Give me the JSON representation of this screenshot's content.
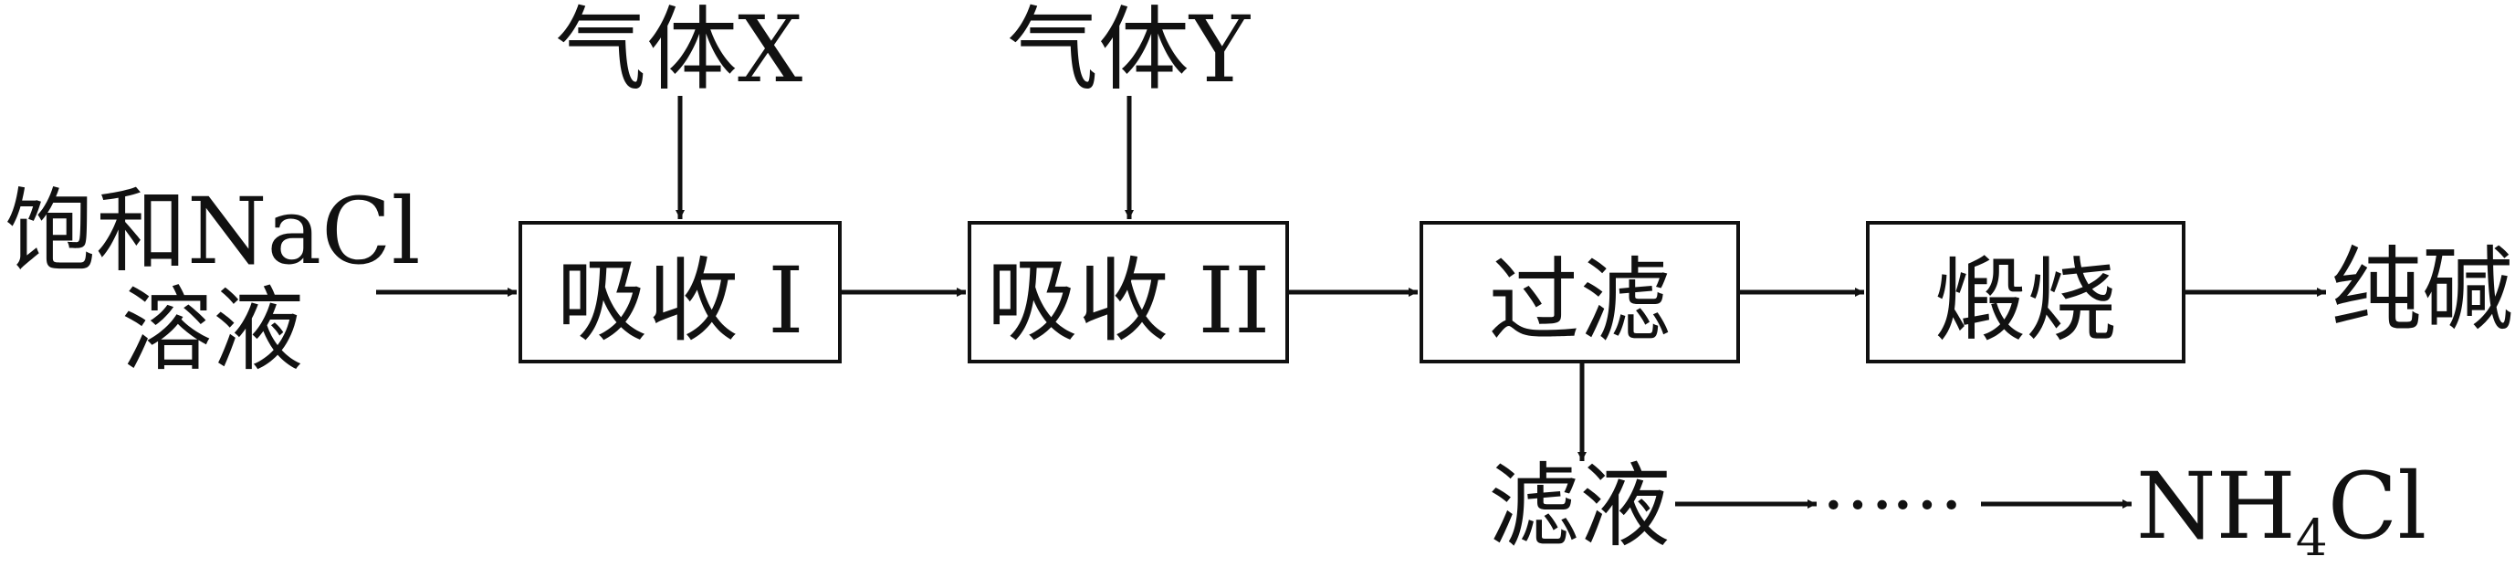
{
  "inputs": {
    "gas_x": "气体X",
    "gas_y": "气体Y",
    "feed_line1": "饱和NaCl",
    "feed_line2": "溶液"
  },
  "steps": [
    {
      "label": "吸收 I"
    },
    {
      "label": "吸收 II"
    },
    {
      "label": "过滤"
    },
    {
      "label": "煅烧"
    }
  ],
  "outputs": {
    "product": "纯碱",
    "filtrate": "滤液",
    "ellipsis": "……",
    "byproduct_main": "NH",
    "byproduct_sub": "4",
    "byproduct_tail": "Cl"
  },
  "colors": {
    "ink": "#111111",
    "background": "#ffffff"
  }
}
